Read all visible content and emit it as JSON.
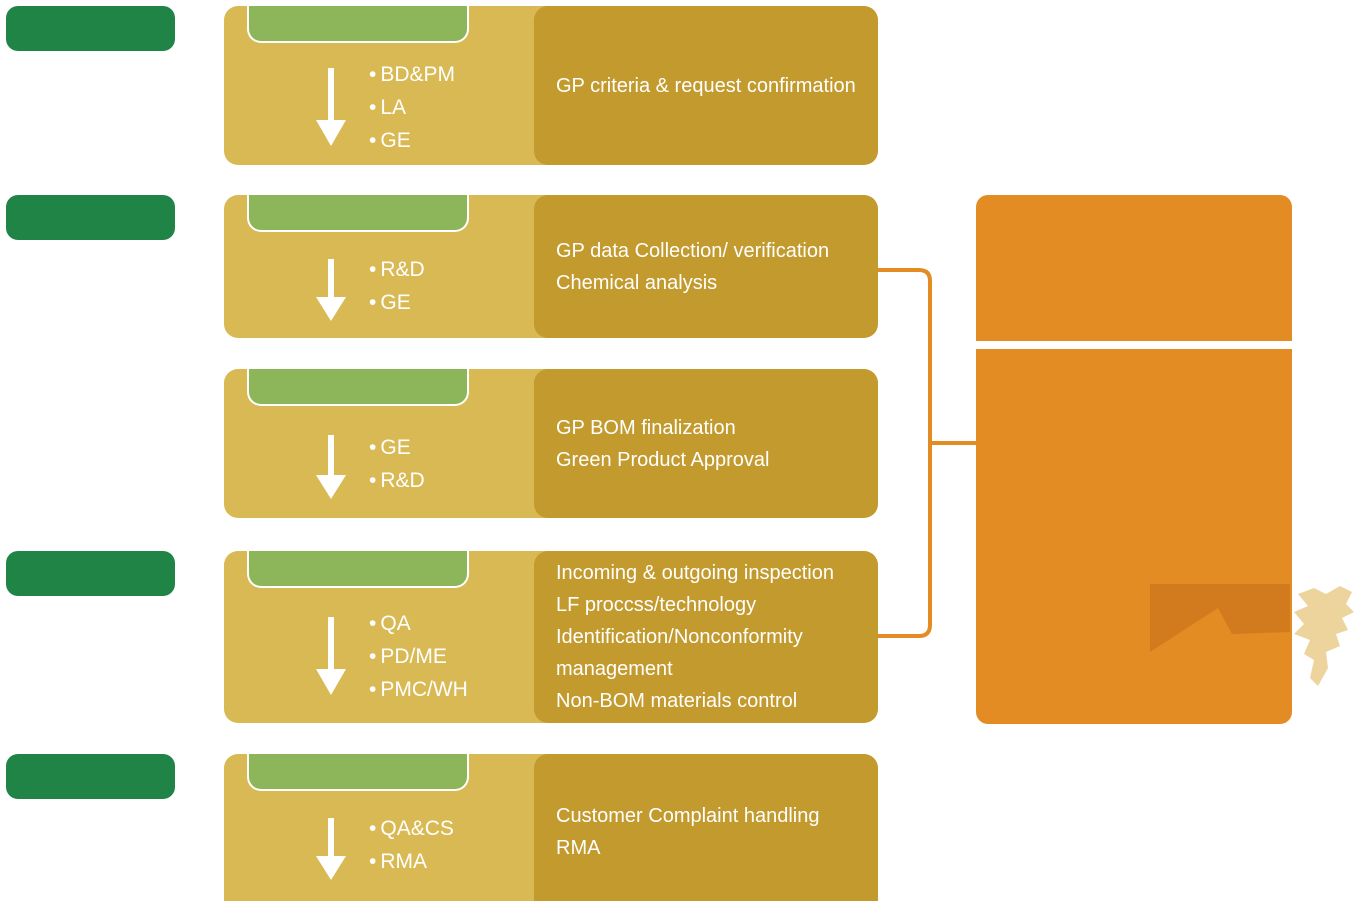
{
  "colors": {
    "phase_tag": "#208446",
    "stage_title": "#8db65b",
    "stage_panel": "#d9b954",
    "desc_panel": "#c29a2e",
    "result_panel": "#e38c24",
    "connector": "#e38c24"
  },
  "stages": [
    {
      "roles": [
        "BD&PM",
        "LA",
        "GE"
      ],
      "desc": [
        "GP criteria & request confirmation"
      ]
    },
    {
      "roles": [
        "R&D",
        "GE"
      ],
      "desc": [
        "GP data Collection/ verification",
        "Chemical analysis"
      ]
    },
    {
      "roles": [
        "GE",
        "R&D"
      ],
      "desc": [
        "GP BOM finalization",
        "Green Product Approval"
      ]
    },
    {
      "roles": [
        "QA",
        "PD/ME",
        "PMC/WH"
      ],
      "desc": [
        "Incoming & outgoing inspection",
        "LF proccss/technology",
        "Identification/Nonconformity",
        "management",
        "Non-BOM materials control"
      ]
    },
    {
      "roles": [
        "QA&CS",
        "RMA"
      ],
      "desc": [
        "Customer Complaint handling",
        "RMA"
      ]
    }
  ]
}
